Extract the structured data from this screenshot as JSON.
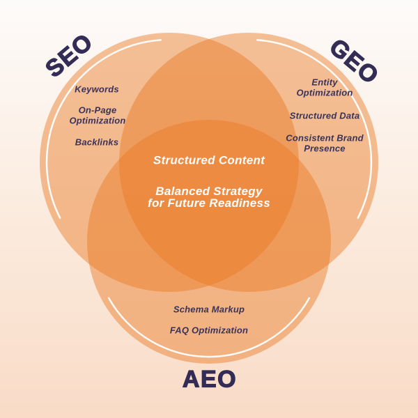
{
  "diagram": {
    "type": "venn",
    "center_overlap": {
      "line1": "Structured Content",
      "line2": "Balanced Strategy\nfor Future Readiness"
    },
    "circles": [
      {
        "label": "SEO",
        "items": [
          "Keywords",
          "On-Page\nOptimization",
          "Backlinks"
        ]
      },
      {
        "label": "GEO",
        "items": [
          "Entity\nOptimization",
          "Structured Data",
          "Consistent Brand\nPresence"
        ]
      },
      {
        "label": "AEO",
        "items": [
          "Schema Markup",
          "FAQ Optimization"
        ]
      }
    ]
  },
  "colors": {
    "circle_orange": "#E87721",
    "title_navy": "#332D56",
    "item_navy": "#39335C",
    "center_text_white": "#FFFFFF",
    "arc_white": "#FFFFFF",
    "background_top": "#FDFBFA",
    "background_bottom": "#F9DBC7"
  }
}
